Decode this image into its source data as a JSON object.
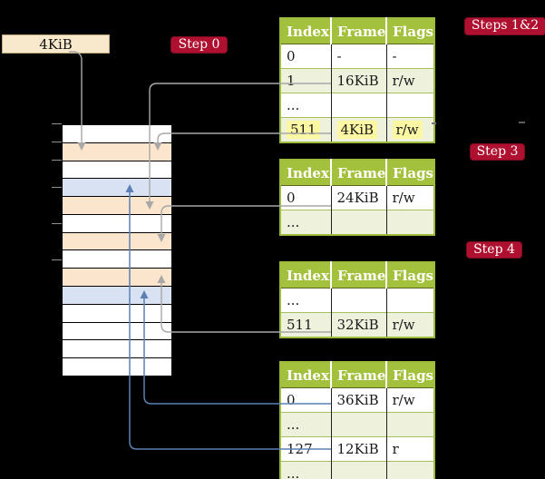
{
  "colors": {
    "background": "#000000",
    "frame_box_bg": "#f9e9cc",
    "frame_box_border": "#bfa87c",
    "badge_bg": "#b01030",
    "badge_border": "#7e0c22",
    "badge_text": "#ffffff",
    "header_green": "#a3c13c",
    "border_green": "#9dbb3d",
    "row_divider_green": "#a8bf5e",
    "cell_divider_dark": "#1f1f1f",
    "row_green": "#eef2dd",
    "row_white": "#ffffff",
    "hl_yellow": "#fcf7a2",
    "mem_peach": "#fce5cd",
    "mem_blue": "#d9e2f3",
    "mem_white": "#ffffff",
    "mem_border": "#000000",
    "connector_gray": "#a8a8a8",
    "connector_blue": "#5b80b6",
    "tick_gray": "#8f8f8f",
    "cell_text": "#1a1a1a"
  },
  "legend": {
    "frame_box_label": "4KiB"
  },
  "badges": [
    {
      "label": "Step 0"
    },
    {
      "label": "Steps 1&2"
    },
    {
      "label": "Step 3"
    },
    {
      "label": "Step 4"
    }
  ],
  "memory": {
    "rows": [
      "white",
      "peach",
      "white",
      "blue",
      "peach",
      "white",
      "peach",
      "white",
      "peach",
      "blue",
      "white",
      "white",
      "white",
      "white"
    ],
    "tick_y": [
      136,
      156,
      176,
      206,
      246,
      286
    ]
  },
  "tables": [
    {
      "headers": [
        "Index",
        "Frame",
        "Flags"
      ],
      "rows": [
        {
          "cells": [
            "0",
            "-",
            "-"
          ]
        },
        {
          "cells": [
            "1",
            "16KiB",
            "r/w"
          ]
        },
        {
          "cells": [
            "...",
            "",
            ""
          ]
        },
        {
          "cells": [
            "511",
            "4KiB",
            "r/w"
          ]
        }
      ]
    },
    {
      "headers": [
        "Index",
        "Frame",
        "Flags"
      ],
      "rows": [
        {
          "cells": [
            "0",
            "24KiB",
            "r/w"
          ]
        },
        {
          "cells": [
            "...",
            "",
            ""
          ]
        }
      ]
    },
    {
      "headers": [
        "Index",
        "Frame",
        "Flags"
      ],
      "rows": [
        {
          "cells": [
            "...",
            "",
            ""
          ]
        },
        {
          "cells": [
            "511",
            "32KiB",
            "r/w"
          ]
        }
      ]
    },
    {
      "headers": [
        "Index",
        "Frame",
        "Flags"
      ],
      "rows": [
        {
          "cells": [
            "0",
            "36KiB",
            "r/w"
          ]
        },
        {
          "cells": [
            "...",
            "",
            ""
          ]
        },
        {
          "cells": [
            "127",
            "12KiB",
            "r"
          ]
        },
        {
          "cells": [
            "...",
            "",
            ""
          ]
        }
      ]
    }
  ]
}
